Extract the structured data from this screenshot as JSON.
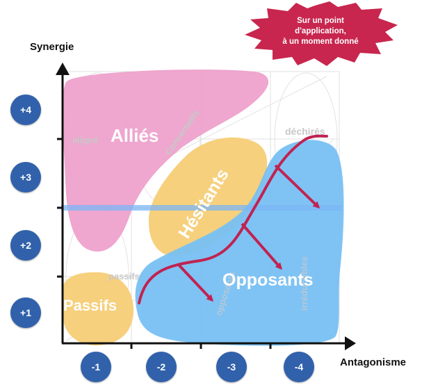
{
  "axes": {
    "y_title": "Synergie",
    "x_title": "Antagonisme",
    "y_badges": [
      "+4",
      "+3",
      "+2",
      "+1"
    ],
    "x_badges": [
      "-1",
      "-2",
      "-3",
      "-4"
    ]
  },
  "callout": {
    "line1": "Sur un point",
    "line2": "d'application,",
    "line3": "à un moment donné"
  },
  "zones": {
    "allies": "Alliés",
    "hesitants": "Hésitants",
    "opposants": "Opposants",
    "passifs": "Passifs"
  },
  "faint_labels": {
    "aligne": "aligné",
    "concertatifs": "Concertatifs",
    "dechires": "déchirés",
    "passifs": "passifs",
    "opposants": "opposants",
    "irreductibles": "irréductibles"
  },
  "colors": {
    "allies": "#ee9ecb",
    "hesitants": "#f6cd76",
    "opposants": "#78c0f3",
    "passifs": "#f6cd76",
    "badge": "#3161ab",
    "arrow": "#c02352",
    "callout": "#c8264e",
    "highlight": "#7bb6f5"
  }
}
